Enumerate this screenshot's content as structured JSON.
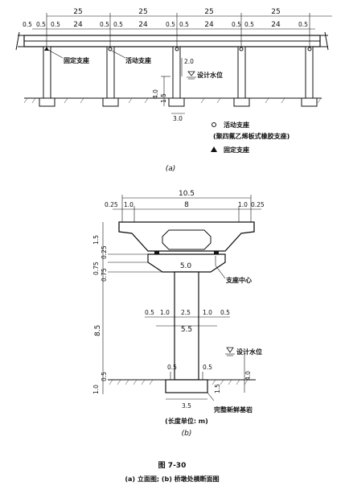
{
  "elevation": {
    "top_spans": [
      "25",
      "25",
      "25",
      "25"
    ],
    "sub_left_edge": "0.5",
    "sub_joint_pairs": [
      [
        "0.5",
        "0.5"
      ],
      [
        "0.5",
        "0.5"
      ],
      [
        "0.5",
        "0.5"
      ],
      [
        "0.5",
        "0.5"
      ]
    ],
    "sub_spans": [
      "24",
      "24",
      "24",
      "24"
    ],
    "sub_right_edge": "0.5",
    "fixed_bearing_label": "固定支座",
    "movable_bearing_label": "活动支座",
    "dim_pier_above_water": "2.0",
    "water_level_label": "设计水位",
    "dim_depth": "4.0",
    "dim_footing_offset": "1.5",
    "dim_footing_width": "3.0",
    "legend_movable_title": "活动支座",
    "legend_movable_desc": "(聚四氟乙烯板式橡胶支座)",
    "legend_fixed": "固定支座",
    "caption": "(a)"
  },
  "section": {
    "dim_total_width": "10.5",
    "dim_left_edge": "0.25",
    "dim_left_cant": "1.0",
    "dim_middle": "8",
    "dim_right_cant": "1.0",
    "dim_right_edge": "0.25",
    "dim_girder_height": "1.5",
    "dim_flange": "0.25",
    "dim_cap_width": "5.0",
    "dim_cap_upper": "0.75",
    "dim_cap_lower": "0.75",
    "bearing_center_label": "支座中心",
    "col_dims": [
      "0.5",
      "1.0",
      "2.5",
      "1.0",
      "0.5"
    ],
    "dim_base_width": "5.5",
    "dim_pier_height": "8.5",
    "water_level_label": "设计水位",
    "dim_footing_offset_left": "0.5",
    "dim_footing_offset_right": "0.5",
    "dim_bottom_left_1": "0.5",
    "dim_bottom_left_2": "1.0",
    "dim_right_depth": "4.0",
    "dim_right_footing": "1.5",
    "dim_footing_width": "3.5",
    "bedrock_label": "完整新鲜基岩",
    "unit_note": "(长度单位: m)",
    "caption": "(b)"
  },
  "figure": {
    "number": "图 7-30",
    "subcaption": "(a) 立面图; (b) 桥墩处横断面图"
  }
}
